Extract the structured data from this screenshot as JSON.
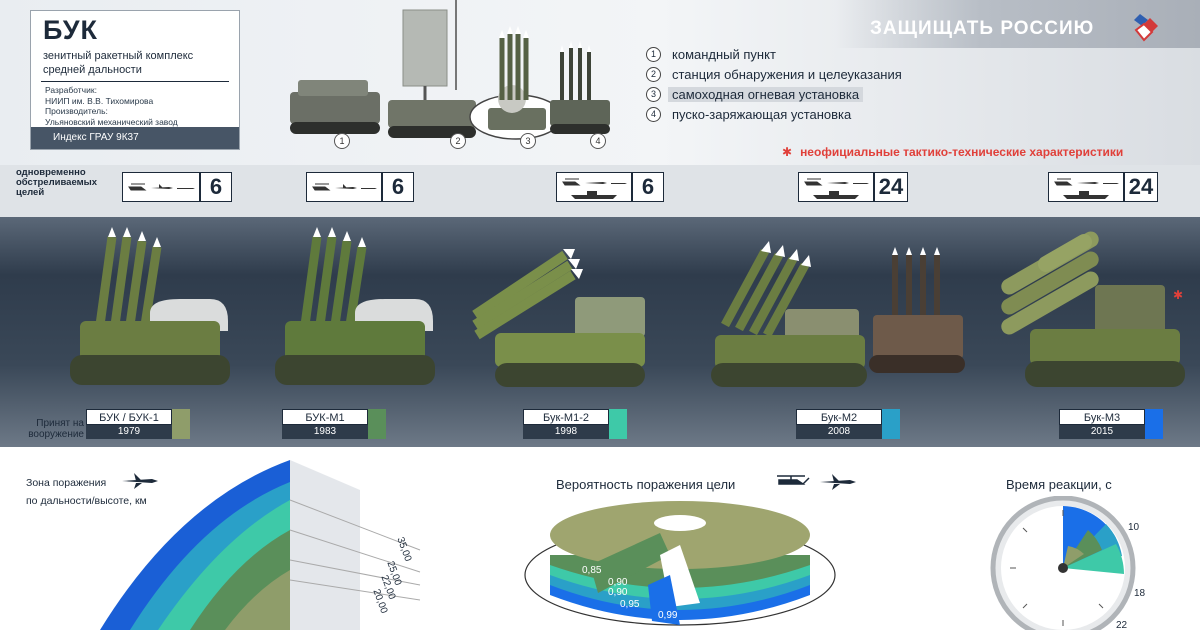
{
  "header": {
    "title": "БУК",
    "subtitle": "зенитный ракетный комплекс средней дальности",
    "developer_label": "Разработчик:",
    "developer": "НИИП им. В.В. Тихомирова",
    "manufacturer_label": "Производитель:",
    "manufacturer": "Ульяновский механический завод",
    "gru_index": "Индекс ГРАУ 9К37"
  },
  "brand": {
    "name": "ЗАЩИЩАТЬ РОССИЮ",
    "logo_icon": "russia-defense-logo-icon"
  },
  "components": {
    "badges": [
      "1",
      "2",
      "3",
      "4"
    ],
    "legend": [
      {
        "num": "1",
        "label": "командный пункт"
      },
      {
        "num": "2",
        "label": "станция обнаружения и целеуказания"
      },
      {
        "num": "3",
        "label": "самоходная огневая установка"
      },
      {
        "num": "4",
        "label": "пуско-заряжающая установка"
      }
    ]
  },
  "note": "неофициальные тактико-технические характеристики",
  "targets": {
    "caption": "одновременно обстреливаемых целей",
    "counts": [
      "6",
      "6",
      "6",
      "24",
      "24"
    ],
    "icons": [
      "helicopter-icon",
      "fighter-jet-icon",
      "missile-icon",
      "ship-icon"
    ]
  },
  "models": {
    "adopted_caption": "Принят на вооружение",
    "items": [
      {
        "name": "БУК / БУК-1",
        "year": "1979",
        "color": "#8f9d6a"
      },
      {
        "name": "БУК-М1",
        "year": "1983",
        "color": "#5a8f5a"
      },
      {
        "name": "Бук-М1-2",
        "year": "1998",
        "color": "#3ec9a8"
      },
      {
        "name": "Бук-М2",
        "year": "2008",
        "color": "#2aa0c8"
      },
      {
        "name": "Бук-М3",
        "year": "2015",
        "color": "#1a6fe8"
      }
    ]
  },
  "zone": {
    "caption_line1": "Зона поражения",
    "caption_line2": "по дальности/высоте, км",
    "ticks": [
      "35,00",
      "25,00",
      "22,00",
      "20,00"
    ]
  },
  "probability": {
    "caption": "Вероятность поражения цели",
    "values": [
      "0,85",
      "0,90",
      "0,90",
      "0,95",
      "0,99"
    ]
  },
  "reaction": {
    "caption": "Время реакции, с",
    "ticks": [
      "10",
      "18",
      "22"
    ]
  },
  "colors": {
    "olive": "#8f9d6a",
    "green": "#5a8f5a",
    "teal": "#3ec9a8",
    "cyan": "#2aa0c8",
    "blue": "#1a6fe8",
    "dark": "#1d2a3a",
    "accent_red": "#e0403a"
  }
}
